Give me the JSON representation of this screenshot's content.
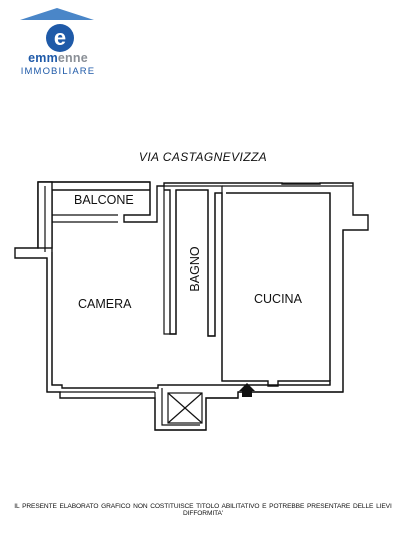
{
  "brand": {
    "name_part1": "emm",
    "name_part2": "enne",
    "tagline": "IMMOBILIARE",
    "logo_letter": "e",
    "colors": {
      "primary": "#1f5aa8",
      "secondary": "#8a8f96",
      "roof": "#4a86c8"
    }
  },
  "plan": {
    "street": "VIA CASTAGNEVIZZA",
    "rooms": {
      "balcone": "BALCONE",
      "bagno": "BAGNO",
      "camera": "CAMERA",
      "cucina": "CUCINA"
    },
    "entrance_icon": "entrance-arrow-icon"
  },
  "footer": {
    "disclaimer": "IL PRESENTE  ELABORATO GRAFICO NON  COSTITUISCE TITOLO ABILITATIVO  E POTREBBE PRESENTARE DELLE LIEVI DIFFORMITA'"
  }
}
